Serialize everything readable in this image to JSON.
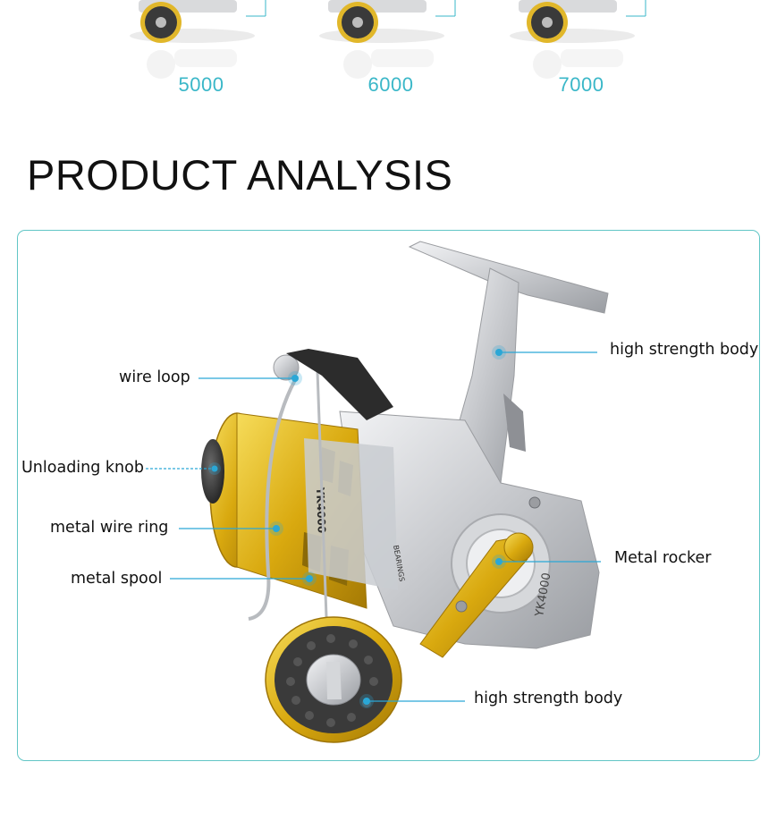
{
  "size_variants": [
    "5000",
    "6000",
    "7000"
  ],
  "section_title": "PRODUCT ANALYSIS",
  "callouts": {
    "wire_loop": "wire loop",
    "unloading_knob": "Unloading knob",
    "metal_wire_ring": "metal wire ring",
    "metal_spool": "metal spool",
    "high_strength_body_top": "high strength body",
    "metal_rocker": "Metal rocker",
    "high_strength_body_bottom": "high strength body"
  },
  "reel_markings": {
    "model": "YK4000",
    "bearings": "BEARINGS"
  },
  "colors": {
    "accent_teal": "#62c6c6",
    "size_label": "#3ab7c8",
    "callout_line": "#2aa7d6",
    "gold": "#e4b81a",
    "silver": "#c9cbcf"
  }
}
